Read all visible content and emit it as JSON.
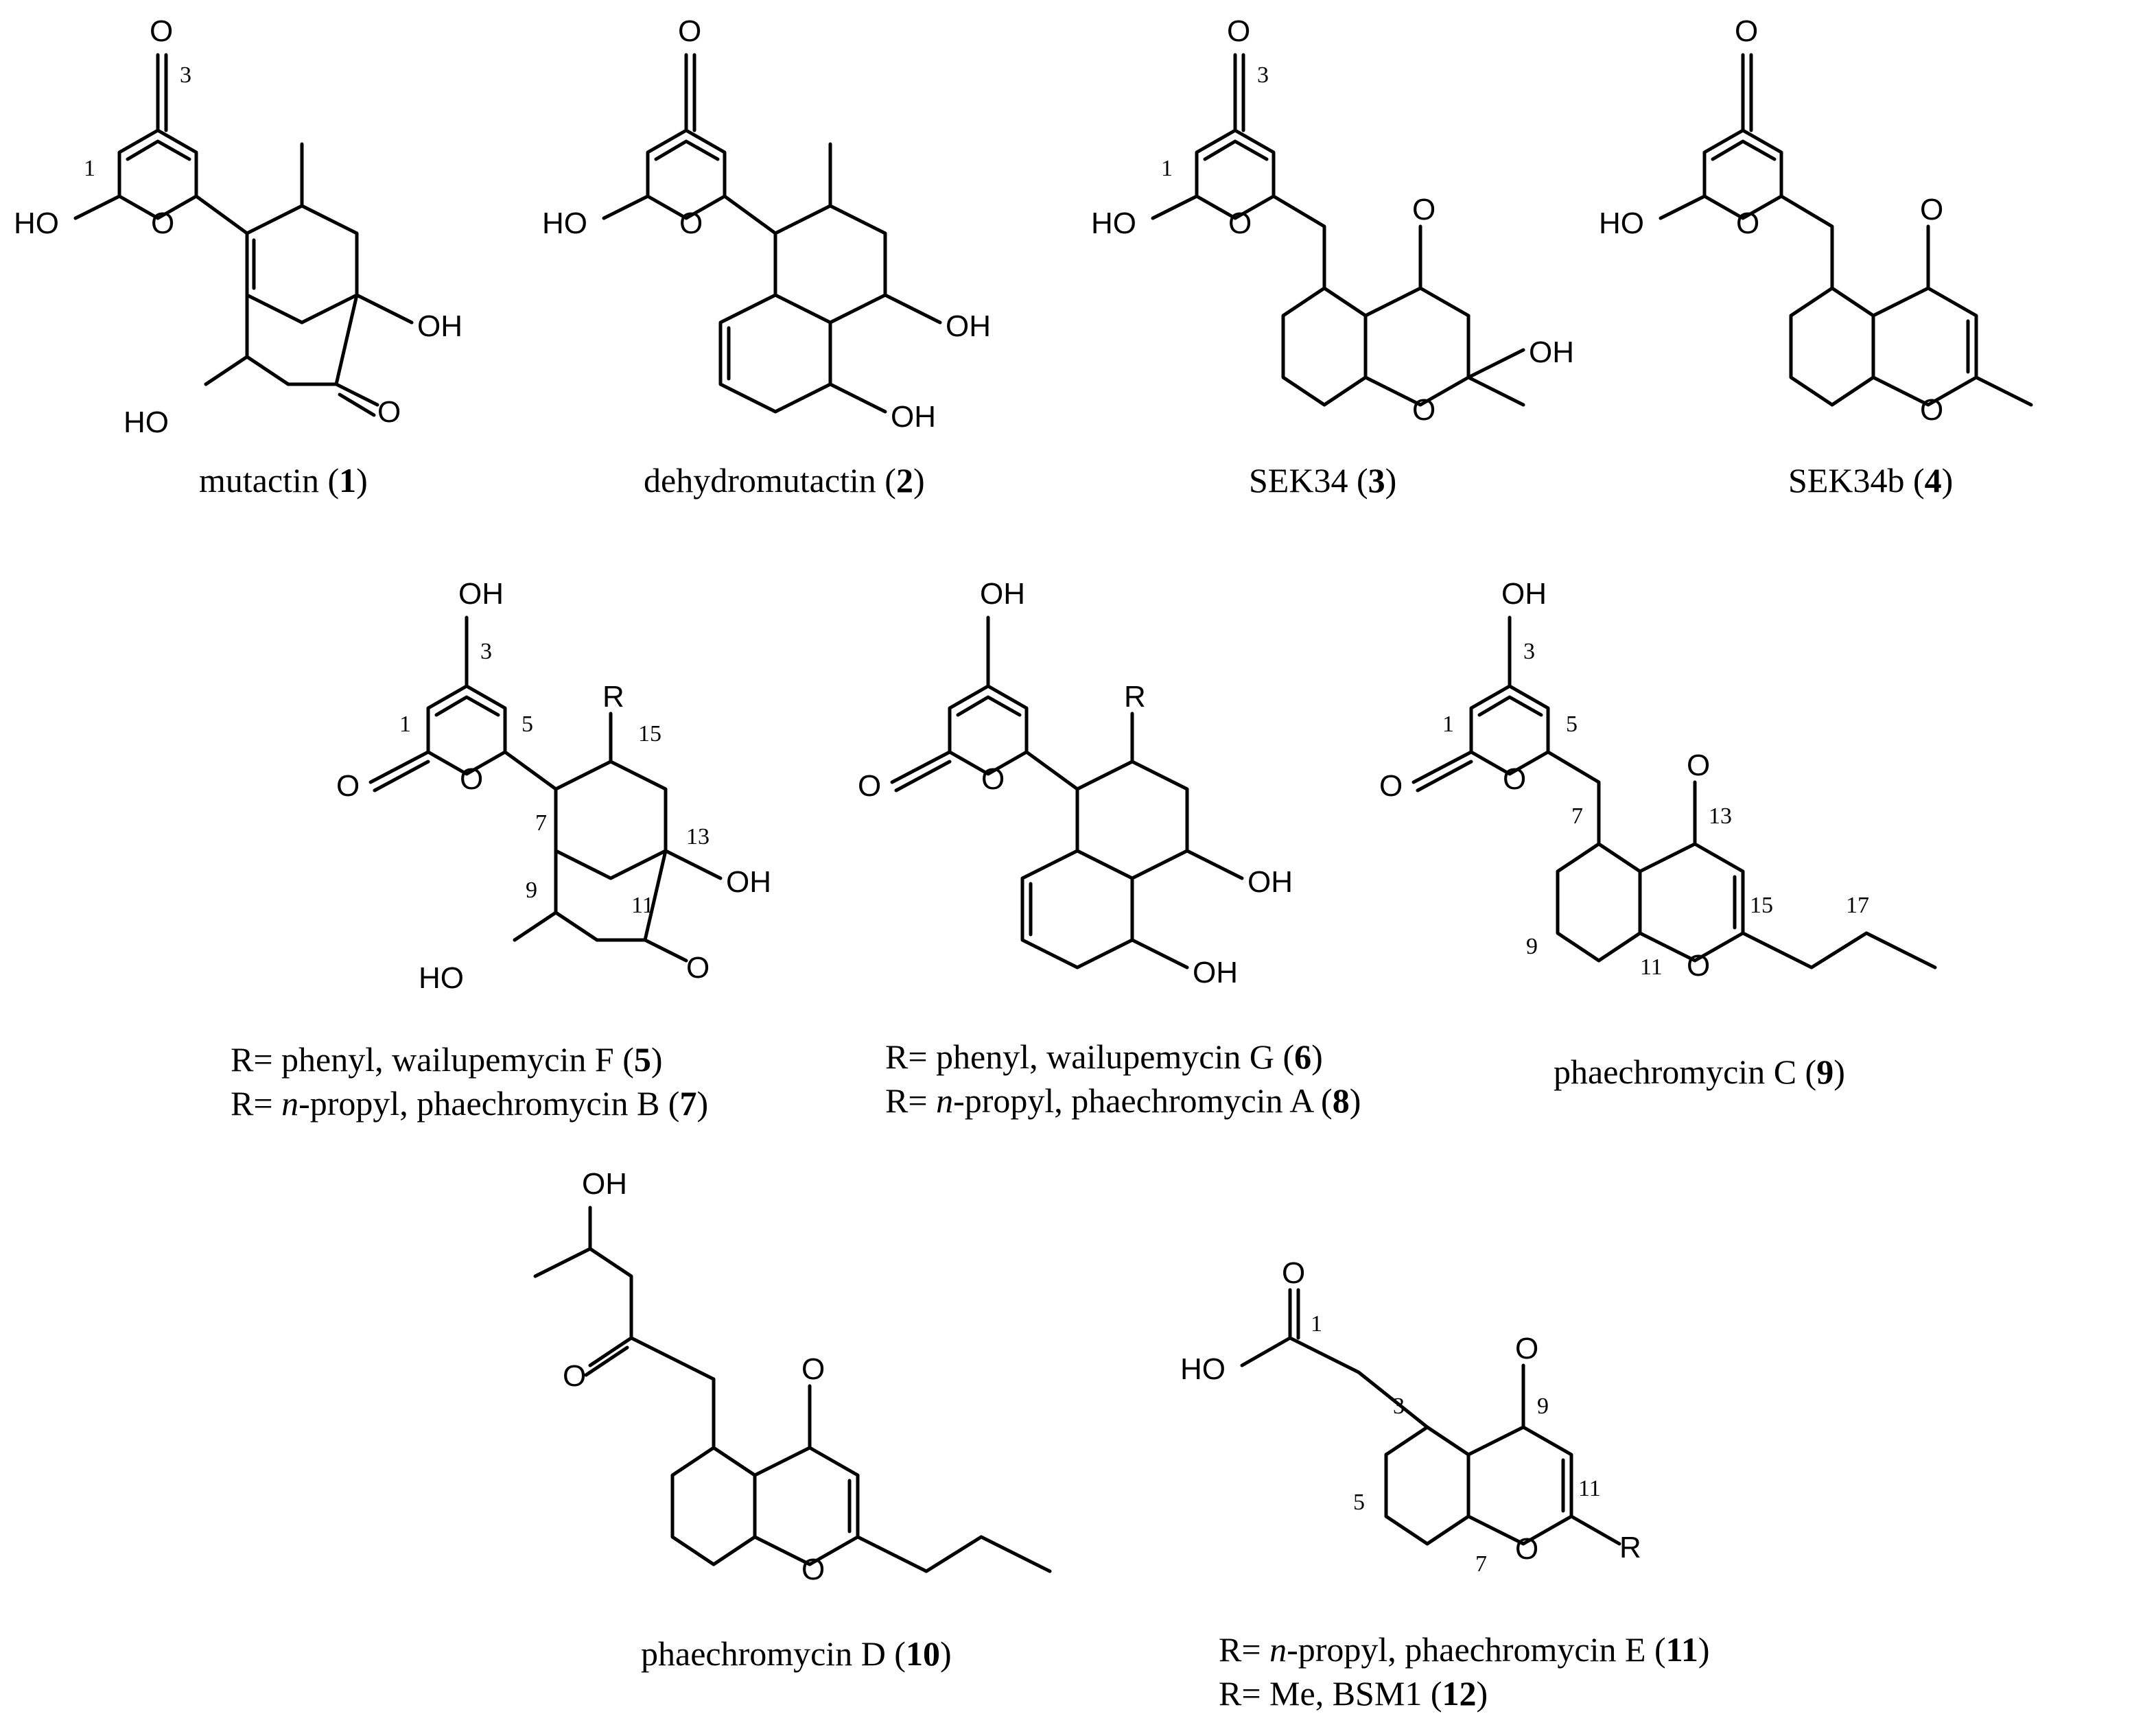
{
  "compounds": [
    {
      "id": "1",
      "name": "mutactin",
      "caption": [
        "mutactin (",
        "1",
        ")"
      ]
    },
    {
      "id": "2",
      "name": "dehydromutactin",
      "caption": [
        "dehydromutactin (",
        "2",
        ")"
      ]
    },
    {
      "id": "3",
      "name": "SEK34",
      "caption": [
        "SEK34  (",
        "3",
        ")"
      ]
    },
    {
      "id": "4",
      "name": "SEK34b",
      "caption": [
        "SEK34b  (",
        "4",
        ")"
      ]
    },
    {
      "id": "5",
      "caption": [
        "R= phenyl, wailupemycin F (",
        "5",
        ")"
      ]
    },
    {
      "id": "7",
      "caption_pre": "R= ",
      "caption_ital": "n",
      "caption_mid": "-propyl, phaechromycin B (",
      "caption_bold": "7",
      "caption_post": ")"
    },
    {
      "id": "6",
      "caption": [
        "R= phenyl, wailupemycin G (",
        "6",
        ")"
      ]
    },
    {
      "id": "8",
      "caption_pre": "R= ",
      "caption_ital": "n",
      "caption_mid": "-propyl, phaechromycin A (",
      "caption_bold": "8",
      "caption_post": ")"
    },
    {
      "id": "9",
      "caption": [
        "phaechromycin C (",
        "9",
        ")"
      ]
    },
    {
      "id": "10",
      "caption": [
        "phaechromycin D (",
        "10",
        ")"
      ]
    },
    {
      "id": "11",
      "caption_pre": "R= ",
      "caption_ital": "n",
      "caption_mid": "-propyl, phaechromycin E (",
      "caption_bold": "11",
      "caption_post": ")"
    },
    {
      "id": "12",
      "caption": [
        "R= Me, BSM1 (",
        "12",
        ")"
      ]
    }
  ],
  "atoms": {
    "O": "O",
    "OH": "OH",
    "HO": "HO",
    "R": "R"
  },
  "numbers": [
    "1",
    "3",
    "5",
    "7",
    "9",
    "11",
    "13",
    "15",
    "17"
  ]
}
